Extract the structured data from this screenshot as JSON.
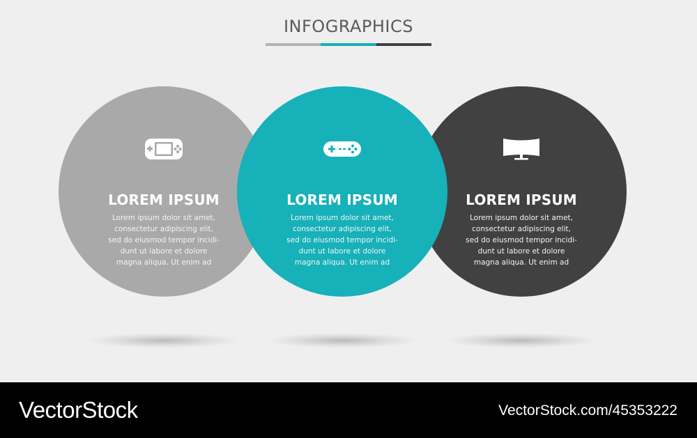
{
  "title": "INFOGRAPHICS",
  "title_bar_colors": [
    "#b3b3b3",
    "#15b0b8",
    "#404040"
  ],
  "items": [
    {
      "icon": "handheld-console-icon",
      "color": "#a9a9a9",
      "heading": "LOREM IPSUM",
      "lines": [
        "Lorem ipsum dolor sit amet,",
        "consectetur adipiscing elit,",
        "sed do eiusmod tempor incidi-",
        "dunt ut labore et dolore",
        "magna aliqua. Ut enim ad"
      ]
    },
    {
      "icon": "gamepad-icon",
      "color": "#16b1b9",
      "heading": "LOREM IPSUM",
      "lines": [
        "Lorem ipsum dolor sit amet,",
        "consectetur adipiscing elit,",
        "sed do eiusmod tempor incidi-",
        "dunt ut labore et dolore",
        "magna aliqua. Ut enim ad"
      ]
    },
    {
      "icon": "curved-monitor-icon",
      "color": "#414142",
      "heading": "LOREM IPSUM",
      "lines": [
        "Lorem ipsum dolor sit amet,",
        "consectetur adipiscing elit,",
        "sed do eiusmod tempor incidi-",
        "dunt ut labore et dolore",
        "magna aliqua. Ut enim ad"
      ]
    }
  ],
  "footer": {
    "brand": "VectorStock",
    "image_ref": "VectorStock.com/45353222"
  }
}
